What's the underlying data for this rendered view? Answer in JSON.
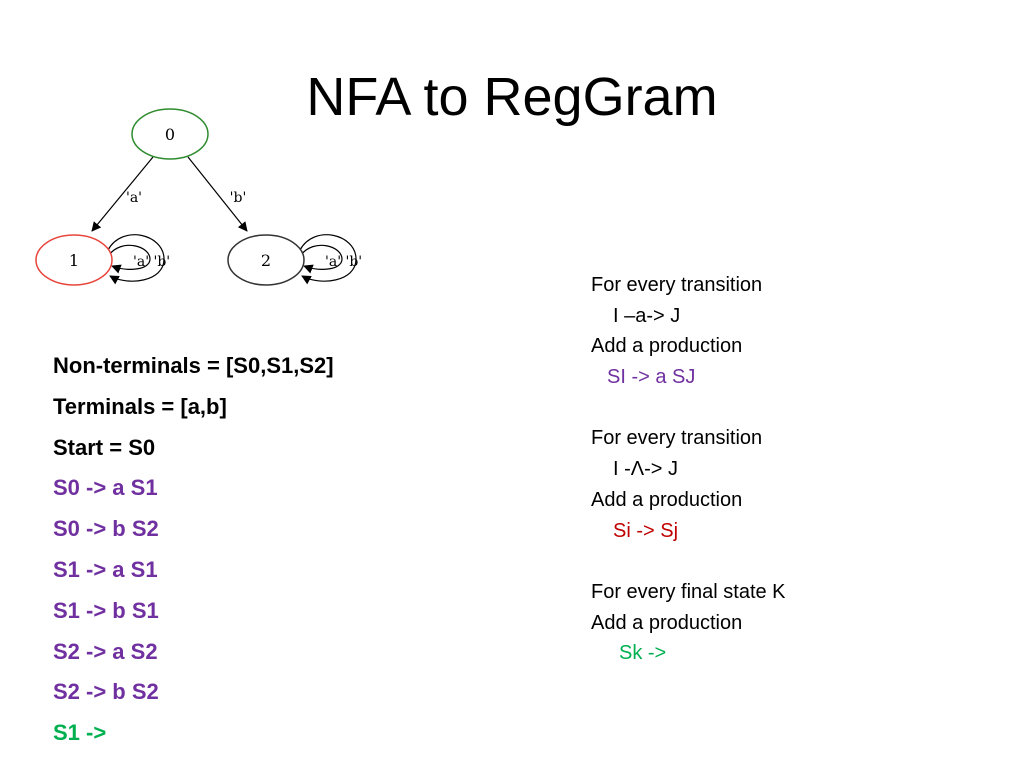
{
  "title": "NFA to RegGram",
  "diagram": {
    "nodes": [
      {
        "id": "0",
        "label": "0",
        "kind": "start",
        "color": "#2e8b2e"
      },
      {
        "id": "1",
        "label": "1",
        "kind": "final",
        "color": "#e8453c"
      },
      {
        "id": "2",
        "label": "2",
        "kind": "normal",
        "color": "#333333"
      }
    ],
    "edges": [
      {
        "from": "0",
        "to": "1",
        "label": "'a'"
      },
      {
        "from": "0",
        "to": "2",
        "label": "'b'"
      },
      {
        "from": "1",
        "to": "1",
        "label": "'a' 'b'"
      },
      {
        "from": "2",
        "to": "2",
        "label": "'a' 'b'"
      }
    ]
  },
  "grammar": {
    "nonterminals": "Non-terminals = [S0,S1,S2]",
    "terminals": "Terminals = [a,b]",
    "start": "Start = S0",
    "productions": [
      "S0 -> a S1",
      "S0 -> b S2",
      "S1 -> a S1",
      "S1 -> b S1",
      "S2 -> a S2",
      "S2 -> b S2"
    ],
    "final_production": "S1 ->"
  },
  "rules": {
    "transition_heading": "For every transition",
    "transition_example": "I –a-> J",
    "add_production": "Add a production",
    "transition_production": "SI -> a SJ",
    "lambda_heading": "For every transition",
    "lambda_example": "I  -Λ-> J",
    "lambda_add": "Add a production",
    "lambda_production": "Si -> Sj",
    "final_heading": "For every final state K",
    "final_add": "Add a production",
    "final_production": "Sk ->"
  },
  "colors": {
    "production": "#7030a0",
    "final": "#00b050",
    "lambda": "#c00000"
  }
}
